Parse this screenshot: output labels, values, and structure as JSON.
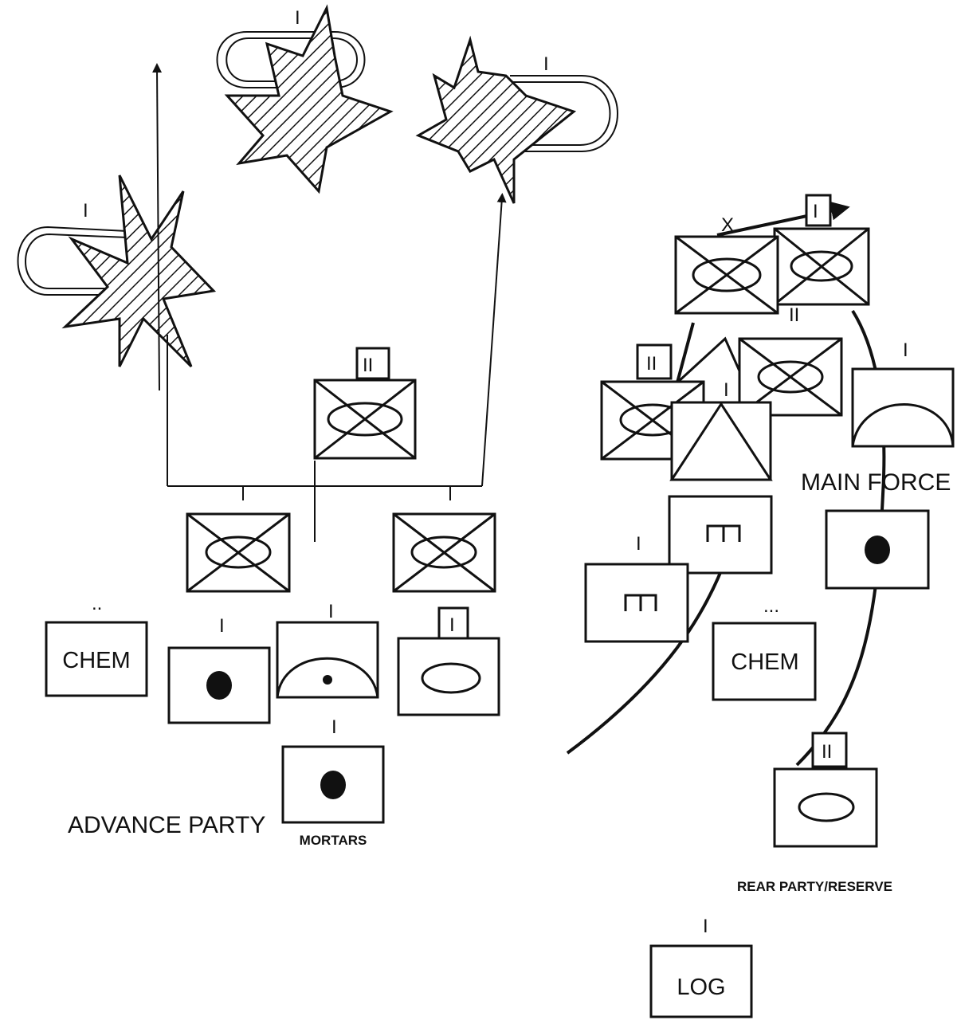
{
  "labels": {
    "advance_party": "ADVANCE PARTY",
    "main_force": "MAIN FORCE",
    "rear_party": "REAR PARTY/RESERVE",
    "mortars": "MORTARS",
    "chem_left": "CHEM",
    "chem_right": "CHEM",
    "log": "LOG"
  },
  "echelons": {
    "platoon": "I",
    "company": "II",
    "brigade": "X",
    "section": "..",
    "section_right": "..."
  }
}
